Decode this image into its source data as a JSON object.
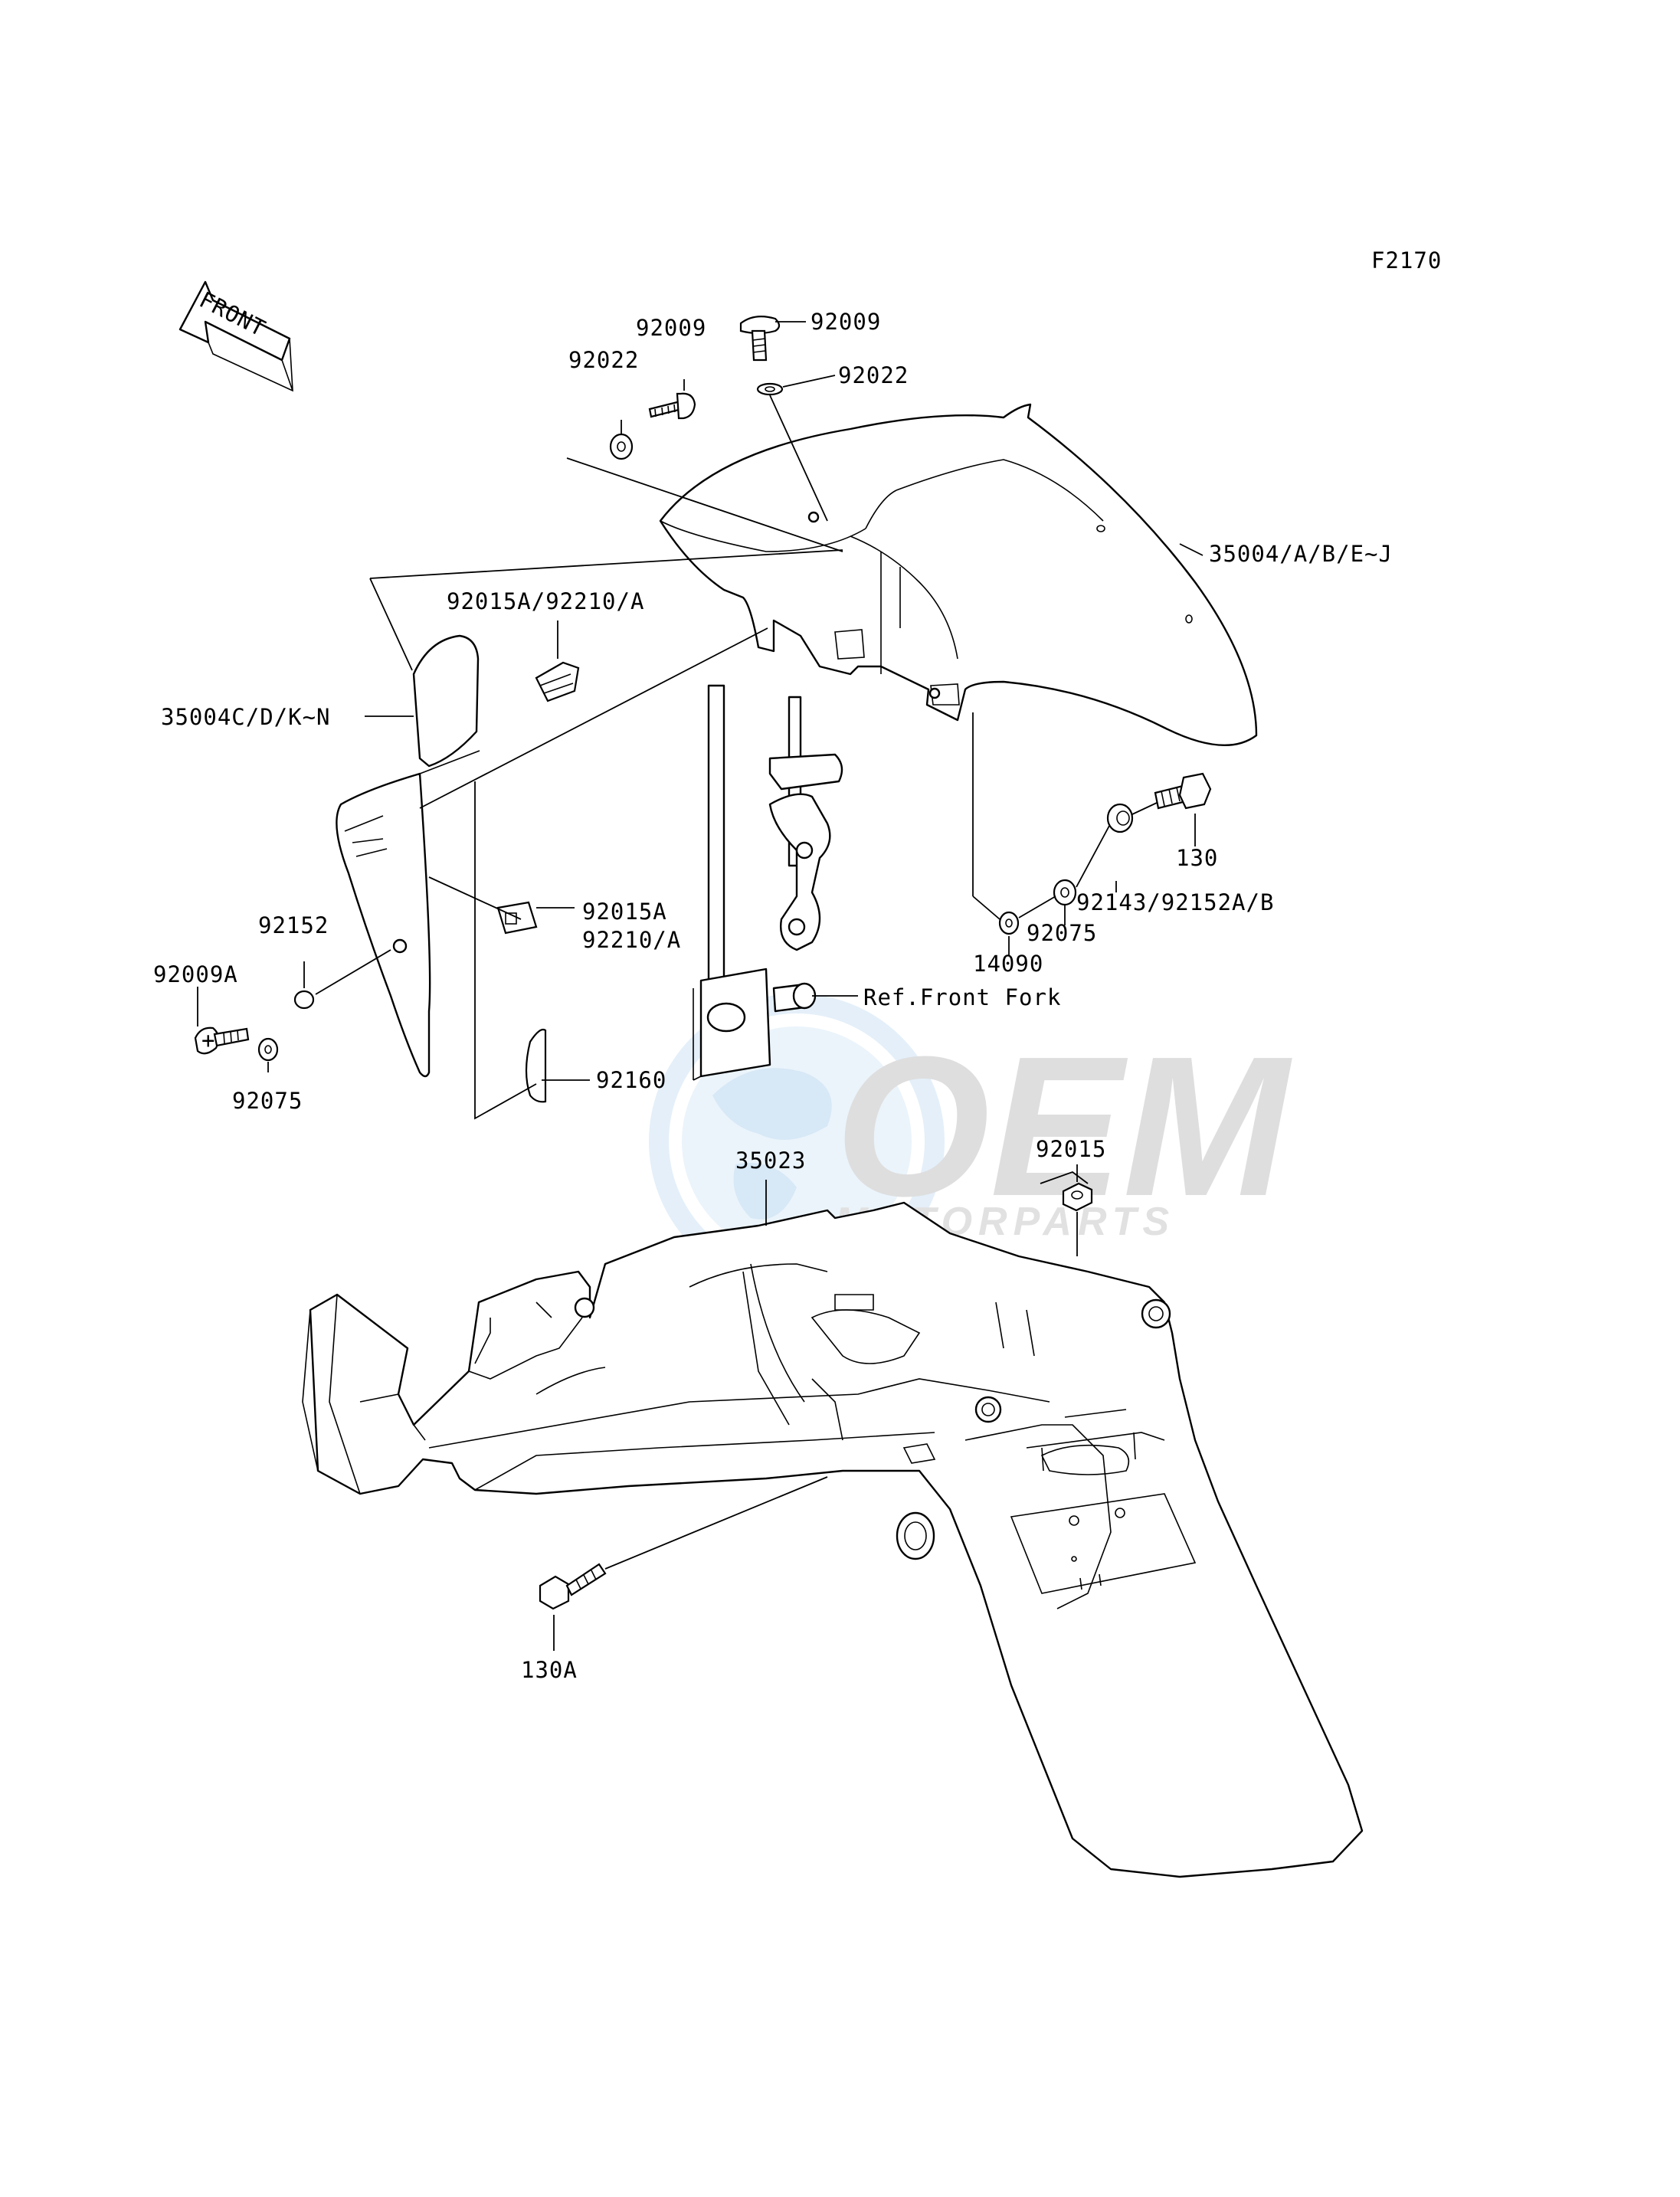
{
  "diagram": {
    "code": "F2170",
    "front_badge": "FRONT",
    "watermark": {
      "brand": "OEM",
      "sub": "MOTORPARTS"
    },
    "labels": {
      "bolt_top_a": "92009",
      "bolt_top_b": "92009",
      "washer_top_a": "92022",
      "washer_top_b": "92022",
      "front_fender_main": "35004/A/B/E~J",
      "clip_upper": "92015A/92210/A",
      "fender_cover": "35004C/D/K~N",
      "bolt_130": "130",
      "collar": "92143/92152A/B",
      "washer_92075_right": "92075",
      "washer_14090": "14090",
      "clip_lower_a": "92015A",
      "clip_lower_b": "92210/A",
      "grommet_92152": "92152",
      "bolt_92009a": "92009A",
      "washer_92075_left": "92075",
      "ref_fork": "Ref.Front Fork",
      "pad_92160": "92160",
      "rear_fender": "35023",
      "nut_92015": "92015",
      "bolt_130a": "130A"
    }
  }
}
